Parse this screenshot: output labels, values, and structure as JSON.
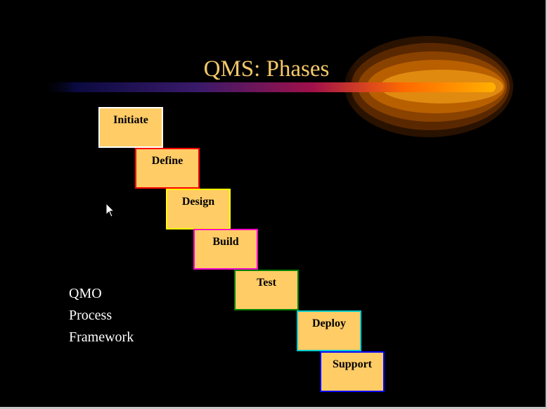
{
  "slide": {
    "title": "QMS: Phases",
    "side_label": [
      "QMO",
      "Process",
      "Framework"
    ]
  },
  "phases": [
    {
      "label": "Initiate",
      "border_color": "#ffffff"
    },
    {
      "label": "Define",
      "border_color": "#ff0000"
    },
    {
      "label": "Design",
      "border_color": "#ffff00"
    },
    {
      "label": "Build",
      "border_color": "#ff00cc"
    },
    {
      "label": "Test",
      "border_color": "#008000"
    },
    {
      "label": "Deploy",
      "border_color": "#00cccc"
    },
    {
      "label": "Support",
      "border_color": "#0000ff"
    }
  ],
  "colors": {
    "background": "#000000",
    "title": "#f5c86a",
    "box_fill": "#ffcc66",
    "side_label": "#ffffff"
  }
}
